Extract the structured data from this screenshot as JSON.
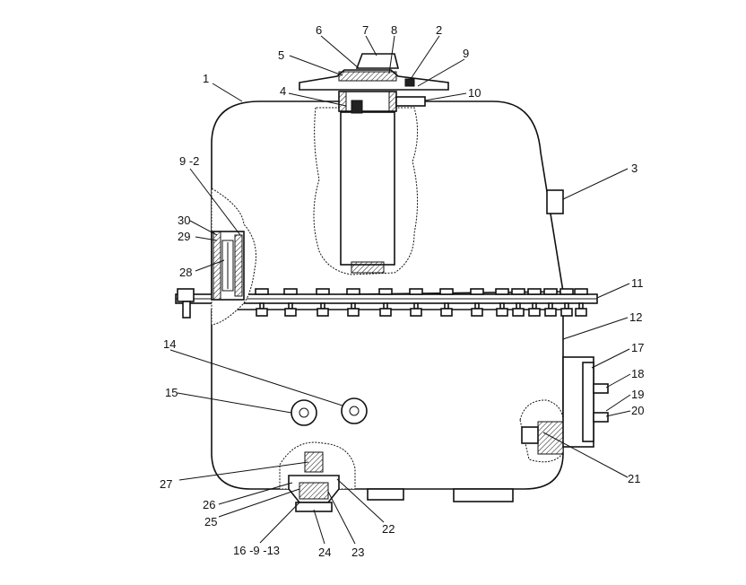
{
  "diagram": {
    "callouts": [
      {
        "id": "c1",
        "text": "1"
      },
      {
        "id": "c2",
        "text": "2"
      },
      {
        "id": "c3",
        "text": "3"
      },
      {
        "id": "c4",
        "text": "4"
      },
      {
        "id": "c5",
        "text": "5"
      },
      {
        "id": "c6",
        "text": "6"
      },
      {
        "id": "c7",
        "text": "7"
      },
      {
        "id": "c8",
        "text": "8"
      },
      {
        "id": "c9",
        "text": "9"
      },
      {
        "id": "c10",
        "text": "10"
      },
      {
        "id": "c11",
        "text": "11"
      },
      {
        "id": "c12",
        "text": "12"
      },
      {
        "id": "c14",
        "text": "14"
      },
      {
        "id": "c15",
        "text": "15"
      },
      {
        "id": "c17",
        "text": "17"
      },
      {
        "id": "c18",
        "text": "18"
      },
      {
        "id": "c19",
        "text": "19"
      },
      {
        "id": "c20",
        "text": "20"
      },
      {
        "id": "c21",
        "text": "21"
      },
      {
        "id": "c22",
        "text": "22"
      },
      {
        "id": "c23",
        "text": "23"
      },
      {
        "id": "c24",
        "text": "24"
      },
      {
        "id": "c25",
        "text": "25"
      },
      {
        "id": "c26",
        "text": "26"
      },
      {
        "id": "c27",
        "text": "27"
      },
      {
        "id": "c28",
        "text": "28"
      },
      {
        "id": "c29",
        "text": "29"
      },
      {
        "id": "c30",
        "text": "30"
      },
      {
        "id": "c92",
        "text": "9 -2"
      },
      {
        "id": "c16",
        "text": "16 -9 -13"
      }
    ]
  }
}
